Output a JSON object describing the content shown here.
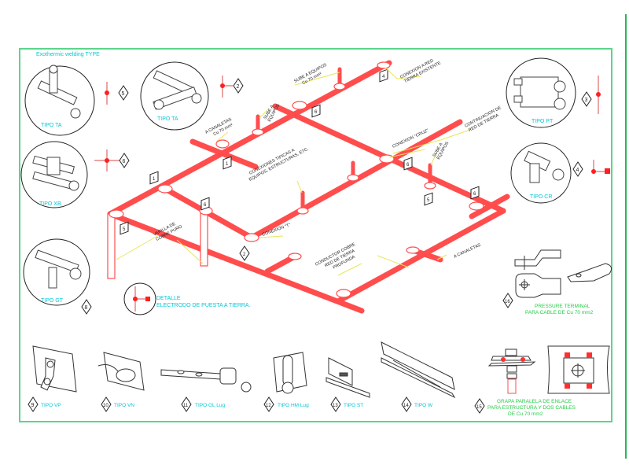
{
  "title": "Exothermic welding TYPE",
  "colors": {
    "frame": "#5ad68a",
    "conductor": "#ff4d4d",
    "label_cyan": "#00c8d8",
    "label_green": "#22cc44",
    "leader": "#e6e65a",
    "ink": "#222222"
  },
  "weld_types": [
    {
      "num": "5",
      "label": "TIPO TA",
      "symbol": "vertical-dot"
    },
    {
      "num": "2",
      "label": "TIPO TA",
      "symbol": "tee-right"
    },
    {
      "num": "6",
      "label": "TIPO XB",
      "symbol": "cross"
    },
    {
      "num": "8",
      "label": "TIPO GT",
      "symbol": "none"
    },
    {
      "num": "3",
      "label": "TIPO PT",
      "symbol": "vertical-dot"
    },
    {
      "num": "4",
      "label": "TIPO CR",
      "symbol": "corner-square"
    }
  ],
  "grid_annotations": {
    "sube_equipos_cu": [
      "SUBE A EQUIPOS",
      "Cu 70 mm²"
    ],
    "conexion_red_existente": [
      "CONEXION A RED",
      "TIERRA EXISTENTE"
    ],
    "a_canaletas_cu": [
      "A CANALETAS",
      "Cu 70 mm²"
    ],
    "sube_equipos_1": [
      "SUBE A",
      "EQUIPOS"
    ],
    "sube_equipos_2": [
      "SUBE A",
      "EQUIPOS"
    ],
    "continuacion_red": [
      "CONTINUACION DE",
      "RED DE TIERRA"
    ],
    "conexion_cruz": "CONEXION \"CRUZ\"",
    "conexiones_tipicas": [
      "CONEXIONES TIPICAS A",
      "EQUIPOS, ESTRUCTURAS, ETC."
    ],
    "conexion_t": "CONEXION \"T\"",
    "varilla": [
      "VARILLA DE",
      "COBRE PURO"
    ],
    "conductor_cobre": [
      "CONDUCTOR COBRE",
      "RED DE TIERRA",
      "PROFUNDA"
    ],
    "a_canaletas": "A CANALETAS"
  },
  "grid_tags": [
    "5",
    "6",
    "1",
    "1",
    "4",
    "6",
    "2",
    "6",
    "5",
    "6"
  ],
  "detail": {
    "title": "DETALLE",
    "subtitle": "ELECTRODO DE PUESTA A TIERRA."
  },
  "pressure_terminal": {
    "num": "16",
    "lines": [
      "PRESSURE TERMINAL",
      "PARA CABLE DE Cu 70 mm2"
    ]
  },
  "bottom_types": [
    {
      "num": "9",
      "label": "TIPO VP"
    },
    {
      "num": "10",
      "label": "TIPO VN"
    },
    {
      "num": "11",
      "label": "TIPO GL Lug"
    },
    {
      "num": "12",
      "label": "TIPO HM Lug"
    },
    {
      "num": "13",
      "label": "TIPO ST"
    },
    {
      "num": "14",
      "label": "TIPO W"
    }
  ],
  "grapa": {
    "num": "15",
    "lines": [
      "GRAPA PARALELA DE ENLACE",
      "PARA ESTRUCTURA Y DOS CABLES",
      "DE Cu 70 mm2"
    ]
  }
}
